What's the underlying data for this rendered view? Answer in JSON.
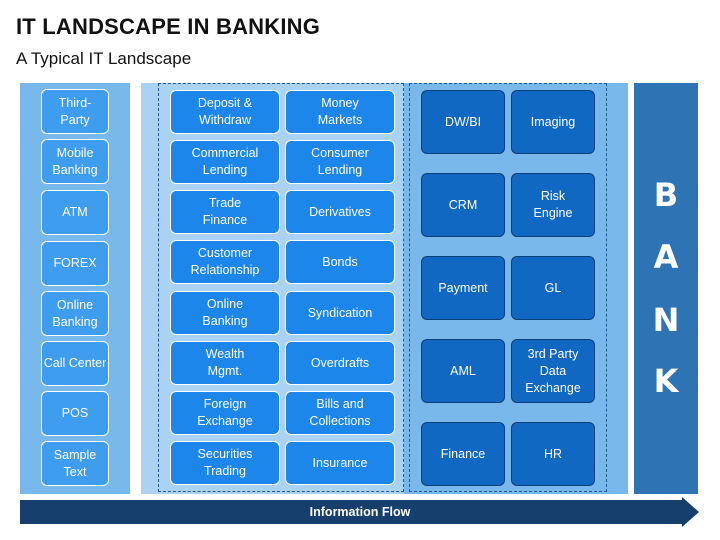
{
  "header": {
    "title": "IT LANDSCAPE IN BANKING",
    "subtitle": "A Typical IT Landscape"
  },
  "colors": {
    "left_panel": "#79b8eb",
    "middle_panel": "#a9d2f3",
    "right_panel": "#79b8eb",
    "bank_panel": "#2e74b5",
    "arrow": "#173f6e"
  },
  "channels": [
    "Third-\nParty",
    "Mobile\nBanking",
    "ATM",
    "FOREX",
    "Online\nBanking",
    "Call Center",
    "POS",
    "Sample\nText"
  ],
  "products_left": [
    "Deposit &\nWithdraw",
    "Commercial\nLending",
    "Trade\nFinance",
    "Customer\nRelationship",
    "Online\nBanking",
    "Wealth\nMgmt.",
    "Foreign\nExchange",
    "Securities\nTrading"
  ],
  "products_right": [
    "Money\nMarkets",
    "Consumer\nLending",
    "Derivatives",
    "Bonds",
    "Syndication",
    "Overdrafts",
    "Bills and\nCollections",
    "Insurance"
  ],
  "back_office_left": [
    "DW/BI",
    "CRM",
    "Payment",
    "AML",
    "Finance"
  ],
  "back_office_right": [
    "Imaging",
    "Risk\nEngine",
    "GL",
    "3rd Party\nData\nExchange",
    "HR"
  ],
  "bank": {
    "letters": [
      "B",
      "A",
      "N",
      "K"
    ]
  },
  "flow": {
    "label": "Information Flow"
  }
}
